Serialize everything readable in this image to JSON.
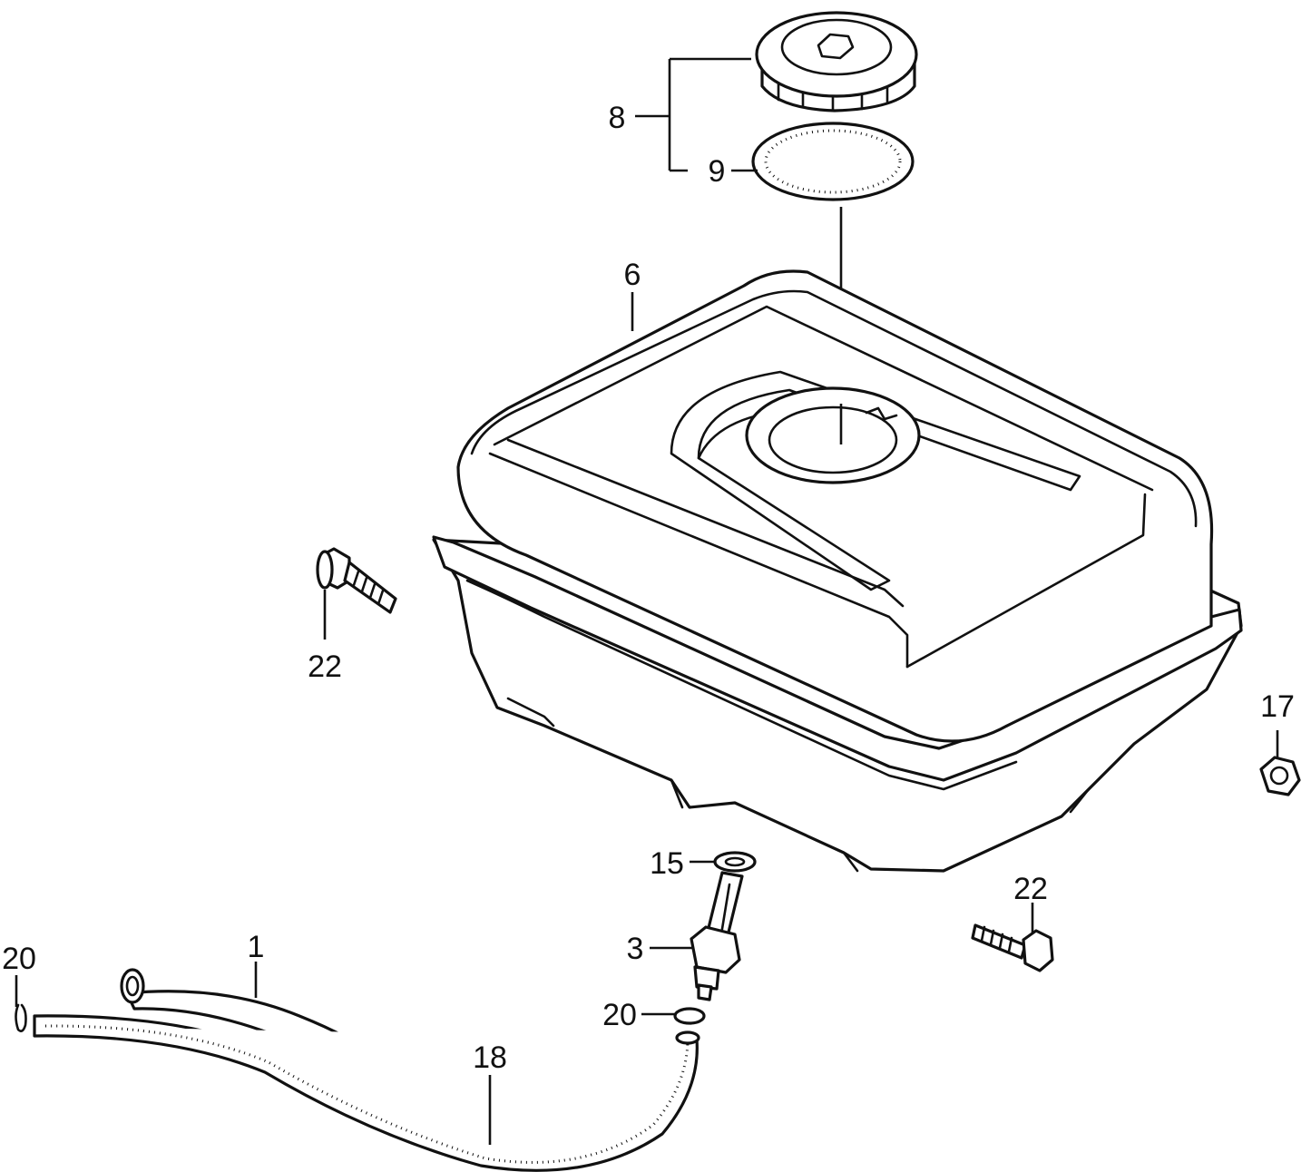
{
  "callouts": {
    "c1": "1",
    "c3": "3",
    "c6": "6",
    "c8": "8",
    "c9": "9",
    "c15": "15",
    "c17": "17",
    "c18": "18",
    "c20a": "20",
    "c20b": "20",
    "c22a": "22",
    "c22b": "22"
  }
}
